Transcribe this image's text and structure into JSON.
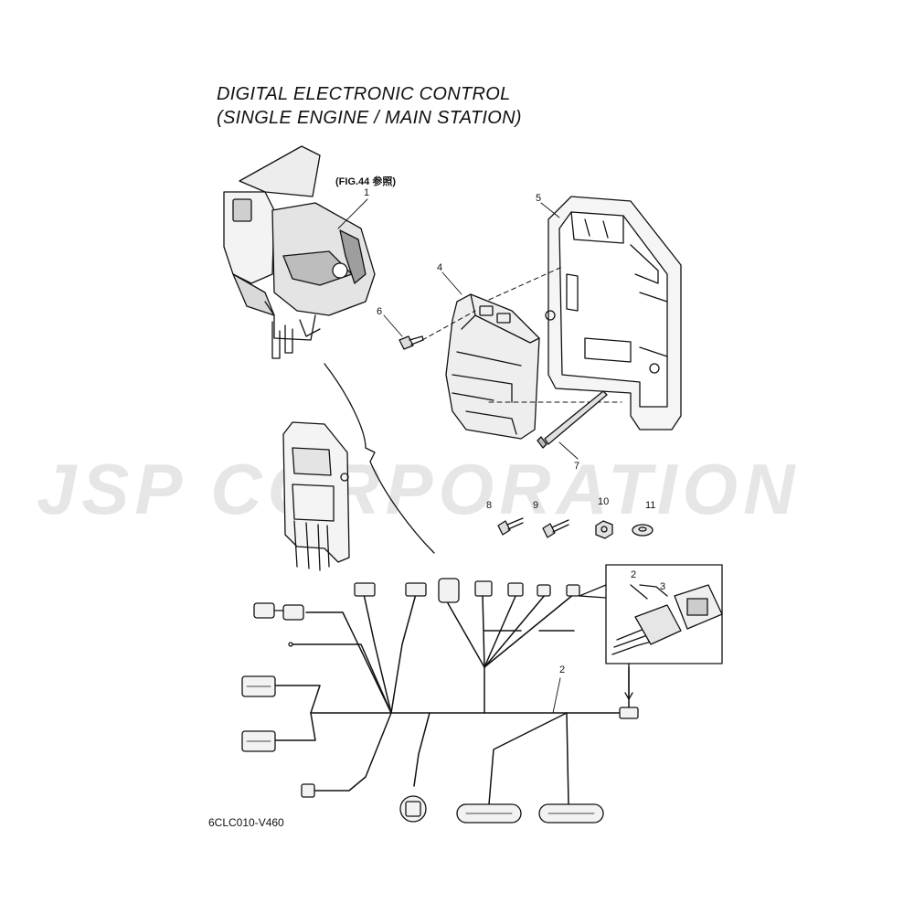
{
  "title": {
    "line1": "DIGITAL ELECTRONIC CONTROL",
    "line2": "(SINGLE ENGINE / MAIN STATION)"
  },
  "watermark": "JSP CORPORATION",
  "reference_note": "(FIG.44 参照)",
  "diagram_code": "6CLC010-V460",
  "callouts": {
    "c1": "1",
    "c2": "2",
    "c2b": "2",
    "c3": "3",
    "c4": "4",
    "c5": "5",
    "c6": "6",
    "c7": "7",
    "c8": "8",
    "c9": "9",
    "c10": "10",
    "c11": "11"
  }
}
